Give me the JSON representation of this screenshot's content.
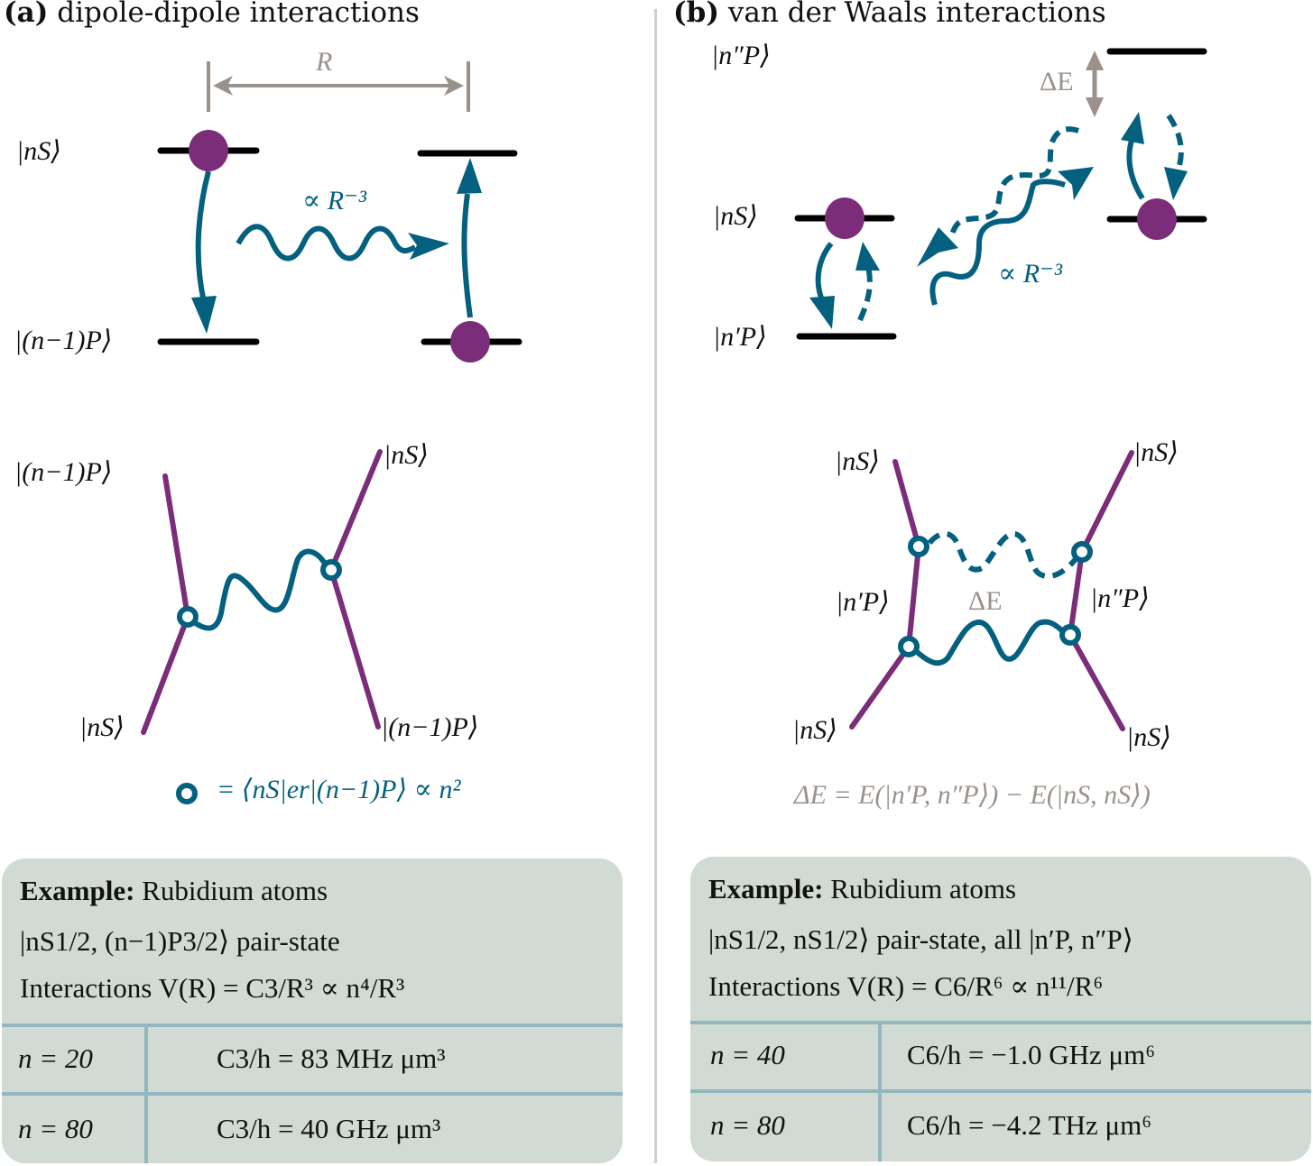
{
  "panel_a": {
    "tag": "(a)",
    "title": "dipole-dipole interactions",
    "distance_label": "R",
    "state_upper": "|nS⟩",
    "state_lower": "|(n−1)P⟩",
    "coupling_label": "∝ R⁻³",
    "feynman": {
      "top_left": "|(n−1)P⟩",
      "top_right": "|nS⟩",
      "bottom_left": "|nS⟩",
      "bottom_right": "|(n−1)P⟩",
      "vertex_legend": "= ⟨nS|er|(n−1)P⟩ ∝ n²"
    },
    "example": {
      "heading_bold": "Example:",
      "heading_rest": "Rubidium atoms",
      "pair_state": "|nS1/2, (n−1)P3/2⟩ pair-state",
      "interactions": "Interactions V(R) = C3/R³ ∝ n⁴/R³",
      "rows": [
        {
          "n": "n = 20",
          "value": "C3/h = 83 MHz μm³"
        },
        {
          "n": "n = 80",
          "value": "C3/h = 40 GHz μm³"
        }
      ]
    }
  },
  "panel_b": {
    "tag": "(b)",
    "title": "van der Waals interactions",
    "state_top": "|n″P⟩",
    "state_mid": "|nS⟩",
    "state_bottom": "|n′P⟩",
    "delta_label": "ΔE",
    "coupling_label": "∝ R⁻³",
    "feynman": {
      "top_left": "|nS⟩",
      "top_right": "|nS⟩",
      "mid_left": "|n′P⟩",
      "mid_right": "|n″P⟩",
      "center": "ΔE",
      "bottom_left": "|nS⟩",
      "bottom_right": "|nS⟩",
      "delta_definition": "ΔE = E(|n′P, n″P⟩) − E(|nS, nS⟩)"
    },
    "example": {
      "heading_bold": "Example:",
      "heading_rest": "Rubidium atoms",
      "pair_state": "|nS1/2, nS1/2⟩ pair-state, all |n′P, n″P⟩",
      "interactions": "Interactions V(R) = C6/R⁶ ∝ n¹¹/R⁶",
      "rows": [
        {
          "n": "n = 40",
          "value": "C6/h = −1.0 GHz μm⁶"
        },
        {
          "n": "n = 80",
          "value": "C6/h = −4.2 THz μm⁶"
        }
      ]
    }
  },
  "colors": {
    "atom": "#7b2d7a",
    "photon": "#04607f",
    "annotation": "#9a928a",
    "box_bg": "#d1dbd3",
    "table_line": "#92b7bf",
    "divider": "#c8d3cd"
  }
}
